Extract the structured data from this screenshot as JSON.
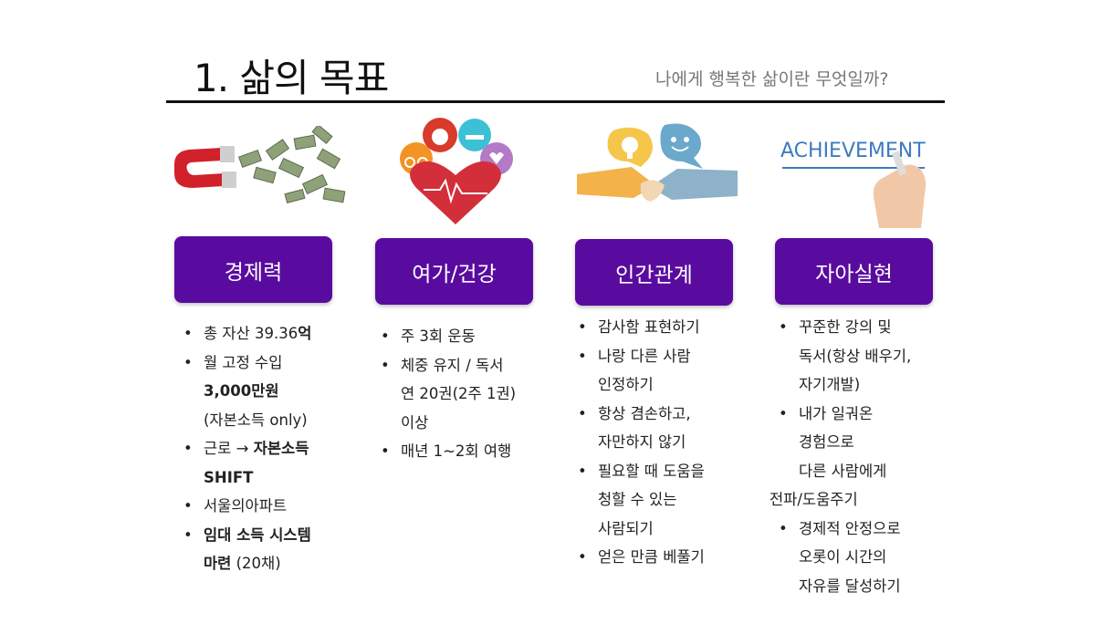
{
  "header": {
    "title": "1. 삶의 목표",
    "subtitle": "나에게 행복한 삶이란 무엇일까?"
  },
  "images": {
    "magnet_alt": "magnet-money",
    "health_alt": "health-heart",
    "relation_alt": "handshake",
    "achieve_text": "ACHIEVEMENT"
  },
  "columns": [
    {
      "label": "경제력",
      "lines": [
        {
          "parts": [
            "총 자산 39.36",
            "억"
          ]
        },
        {
          "parts": [
            "월 고정 수입"
          ]
        },
        {
          "parts": [
            "3,000만원"
          ]
        },
        {
          "parts": [
            "(자본소득 only)"
          ]
        },
        {
          "parts": [
            "근로 → ",
            "자본소득"
          ]
        },
        {
          "parts": [
            "SHIFT"
          ]
        },
        {
          "parts": [
            "서울의아파트"
          ]
        },
        {
          "parts": [
            "임대 소득 시스템"
          ]
        },
        {
          "parts": [
            "마련",
            " (20채)"
          ]
        }
      ]
    },
    {
      "label": "여가/건강",
      "lines": [
        {
          "parts": [
            "주 3회 운동"
          ]
        },
        {
          "parts": [
            "체중 유지 / 독서"
          ]
        },
        {
          "parts": [
            "연 20권(2주 1권)"
          ]
        },
        {
          "parts": [
            "이상"
          ]
        },
        {
          "parts": [
            "매년 1~2회 여행"
          ]
        }
      ]
    },
    {
      "label": "인간관계",
      "lines": [
        {
          "parts": [
            "감사함 표현하기"
          ]
        },
        {
          "parts": [
            "나랑 다른 사람"
          ]
        },
        {
          "parts": [
            "인정하기"
          ]
        },
        {
          "parts": [
            "항상 겸손하고,"
          ]
        },
        {
          "parts": [
            "자만하지 않기"
          ]
        },
        {
          "parts": [
            "필요할 때 도움을"
          ]
        },
        {
          "parts": [
            "청할 수 있는"
          ]
        },
        {
          "parts": [
            "사람되기"
          ]
        },
        {
          "parts": [
            "얻은 만큼 베풀기"
          ]
        }
      ]
    },
    {
      "label": "자아실현",
      "lines": [
        {
          "parts": [
            "꾸준한 강의 및"
          ]
        },
        {
          "parts": [
            "독서(항상 배우기,"
          ]
        },
        {
          "parts": [
            "자기개발)"
          ]
        },
        {
          "parts": [
            "내가 일궈온"
          ]
        },
        {
          "parts": [
            "경험으로"
          ]
        },
        {
          "parts": [
            "다른 사람에게"
          ]
        },
        {
          "parts": [
            "전파/도움주기"
          ]
        },
        {
          "parts": [
            "경제적 안정으로"
          ]
        },
        {
          "parts": [
            "오롯이 시간의"
          ]
        },
        {
          "parts": [
            "자유를 달성하기"
          ]
        }
      ]
    }
  ],
  "colors": {
    "button_bg": "#5a0b9f",
    "rule": "#111111"
  }
}
